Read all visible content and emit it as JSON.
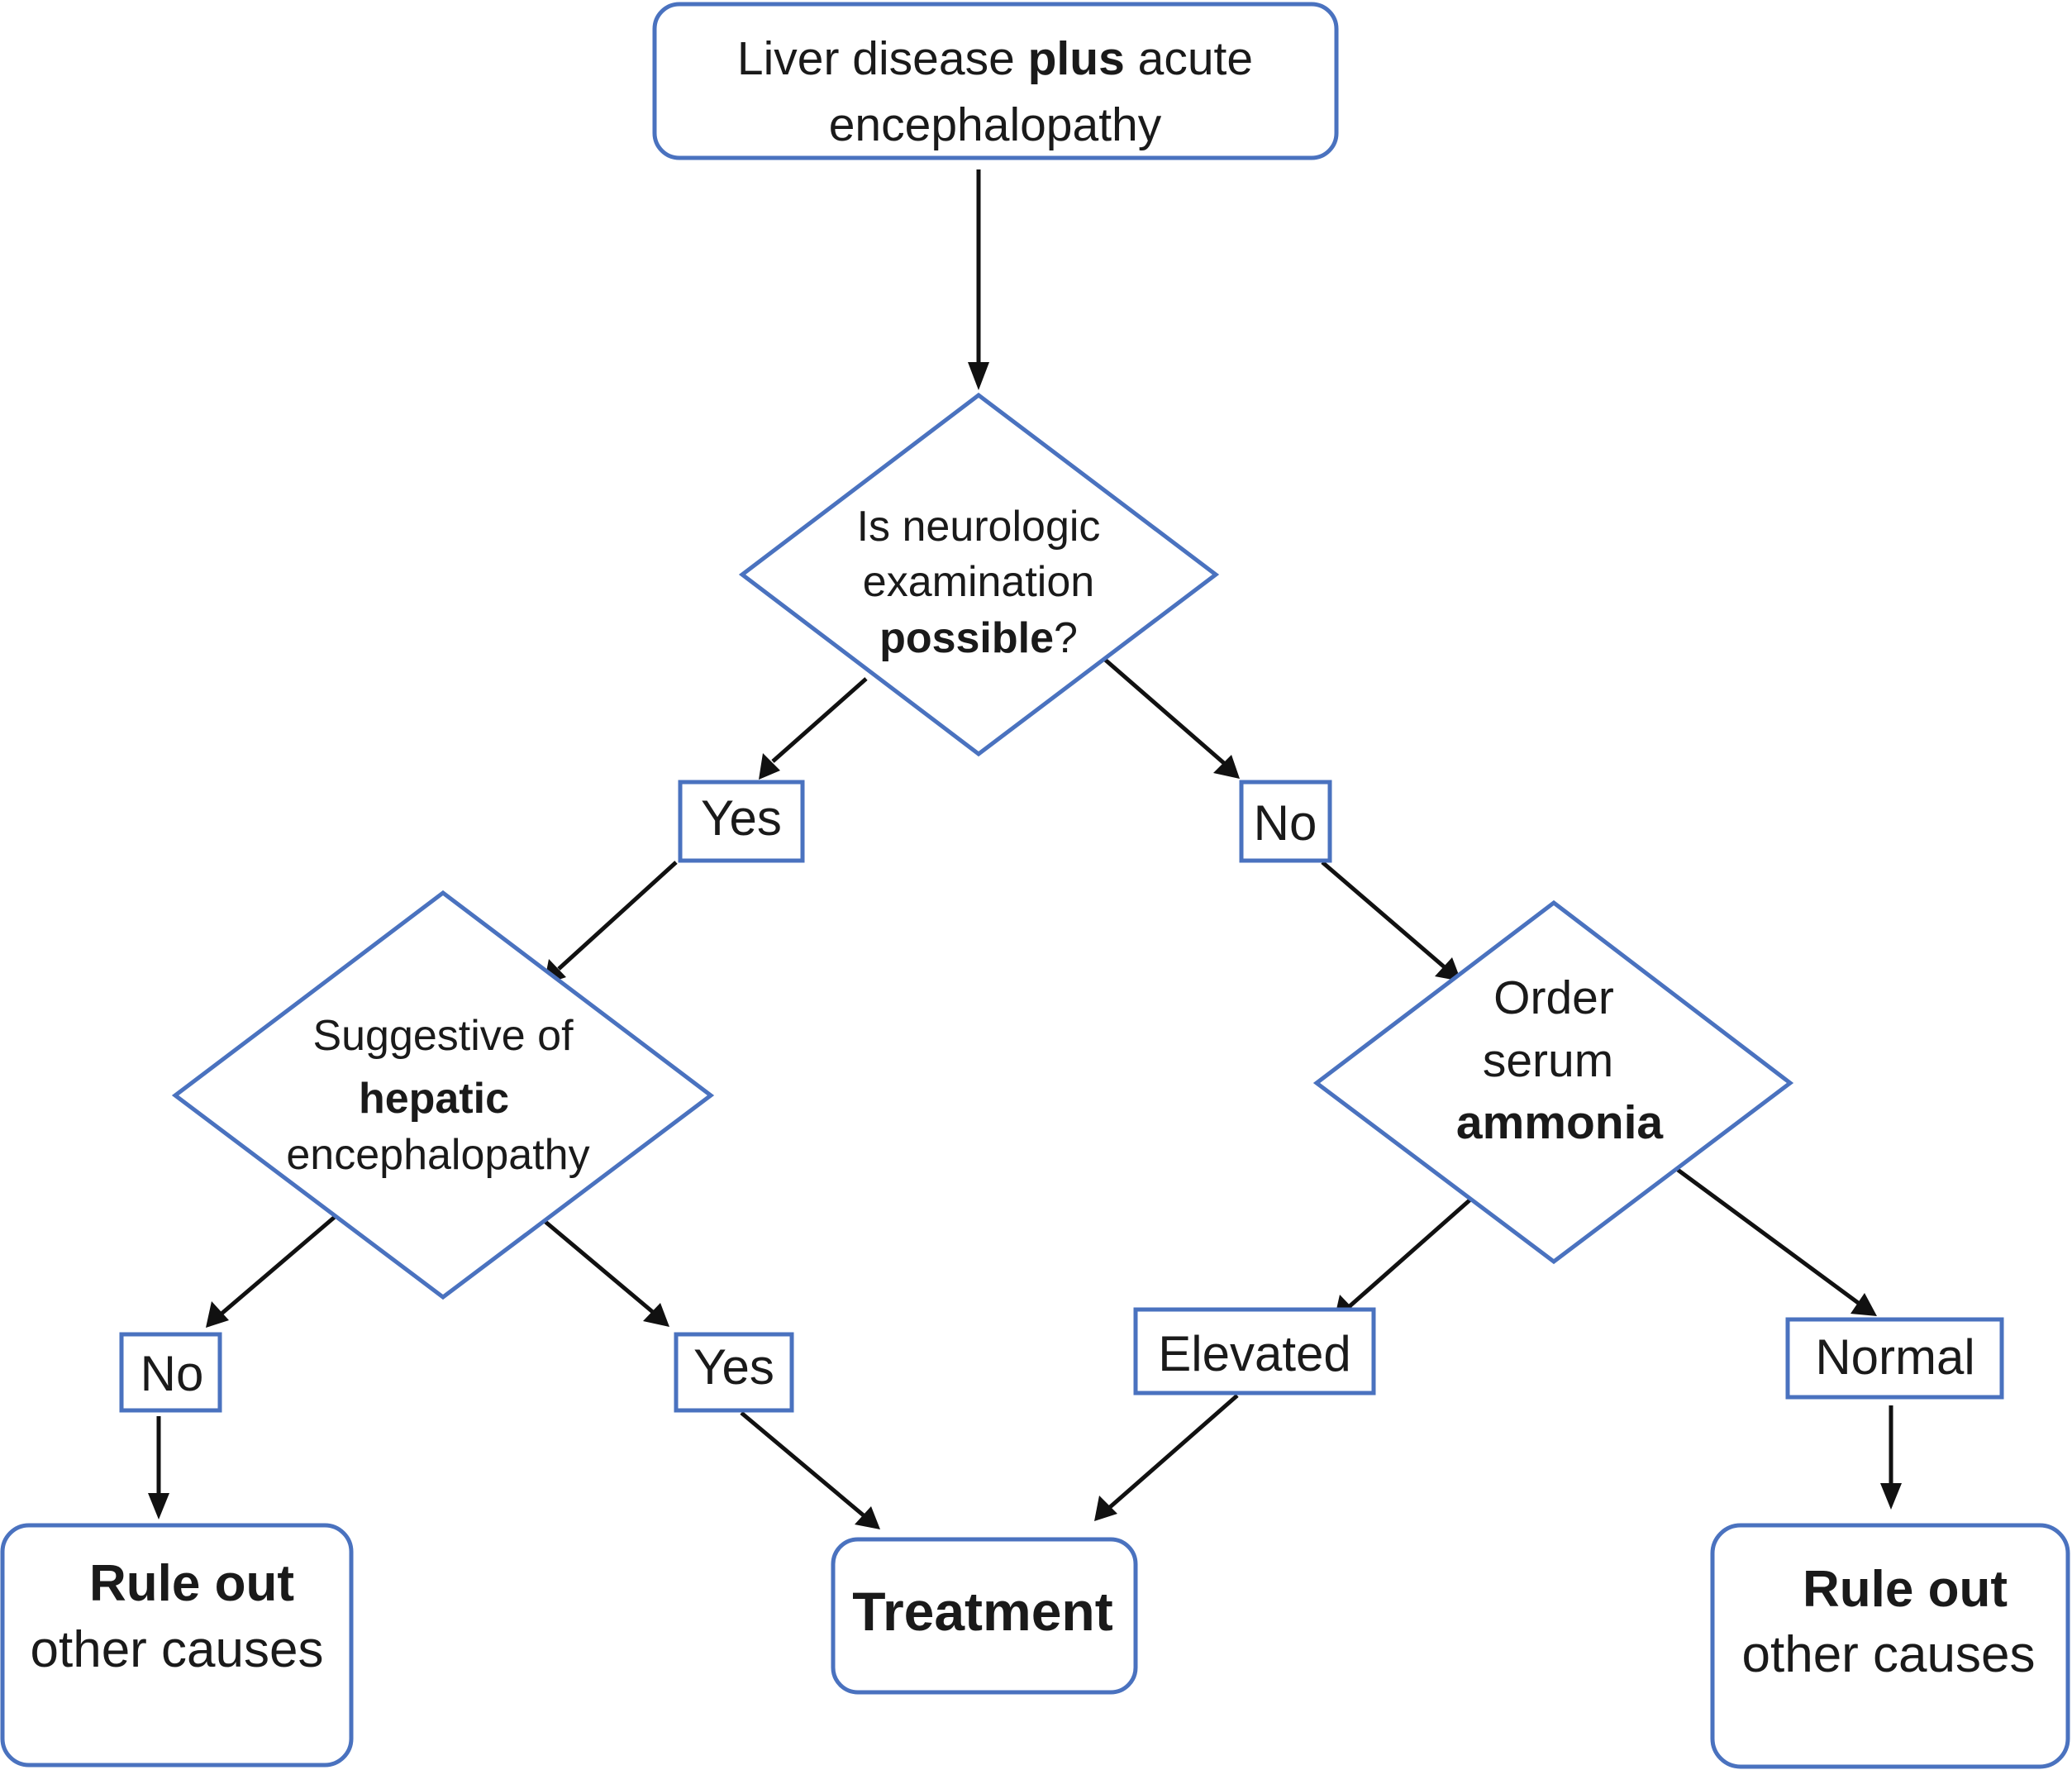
{
  "colors": {
    "node_border": "#4a72bf",
    "arrow": "#111111",
    "text": "#1a1a1a",
    "background": "#ffffff"
  },
  "start": {
    "line1": [
      "Liver disease ",
      "plus",
      " acute"
    ],
    "line2": "encephalopathy"
  },
  "decision_exam": {
    "line1": "Is neurologic",
    "line2": "examination",
    "line3_bold": "possible",
    "line3_rest": "?"
  },
  "branch_exam_yes": "Yes",
  "branch_exam_no": "No",
  "decision_hepatic": {
    "line1": "Suggestive of",
    "line2_bold": "hepatic",
    "line3": "encephalopathy"
  },
  "decision_ammonia": {
    "line1": "Order",
    "line2": "serum",
    "line3_bold": "ammonia"
  },
  "branch_hepatic_no": "No",
  "branch_hepatic_yes": "Yes",
  "branch_ammonia_elevated": "Elevated",
  "branch_ammonia_normal": "Normal",
  "end_rule_out_left": {
    "line1_bold": "Rule out",
    "line2": "other causes"
  },
  "end_treatment": "Treatment",
  "end_rule_out_right": {
    "line1_bold": "Rule out",
    "line2": "other causes"
  }
}
